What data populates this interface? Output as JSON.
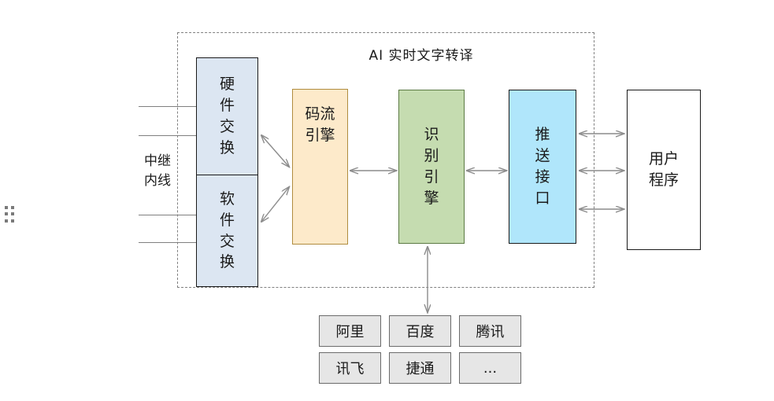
{
  "diagram": {
    "title": "AI 实时文字转译",
    "region_label": "AI 实时文字转译",
    "trunk_label_line1": "中继",
    "trunk_label_line2": "内线",
    "drag_handle_icon": "drag-dots-icon"
  },
  "nodes": {
    "hardware": {
      "label": "硬件交换",
      "color": "#dce6f2"
    },
    "software": {
      "label": "软件交换",
      "color": "#dce6f2"
    },
    "stream_engine": {
      "label": "码流引擎",
      "color": "#fdeaca"
    },
    "recognize_engine": {
      "label": "识别引擎",
      "color": "#c5dcb0"
    },
    "push_interface": {
      "label": "推送接口",
      "color": "#b0e6fb"
    },
    "user_program": {
      "label": "用户程序",
      "color": "#ffffff"
    }
  },
  "vendors": {
    "row1": [
      {
        "label": "阿里"
      },
      {
        "label": "百度"
      },
      {
        "label": "腾讯"
      }
    ],
    "row2": [
      {
        "label": "讯飞"
      },
      {
        "label": "捷通"
      },
      {
        "label": "..."
      }
    ]
  },
  "colors": {
    "arrow": "#8c8c8c",
    "dashed_border": "#808080",
    "vendor_fill": "#e6e6e6",
    "text": "#1a1a1a"
  }
}
